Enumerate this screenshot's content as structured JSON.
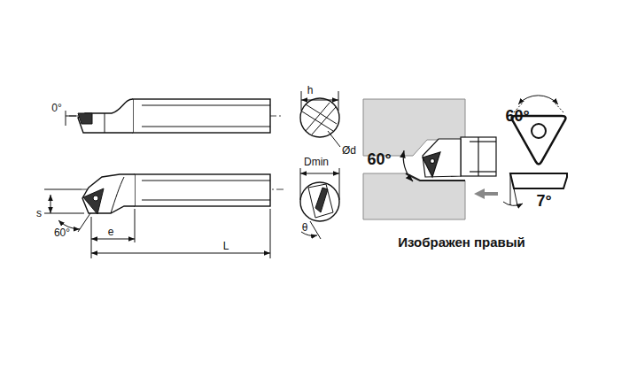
{
  "diagram": {
    "labels": [
      "h",
      "0°",
      "60°",
      "Ød",
      "Dmin",
      "60°",
      "7°",
      "s",
      "60°",
      "e",
      "θ",
      "L",
      "Изображен правый"
    ]
  }
}
